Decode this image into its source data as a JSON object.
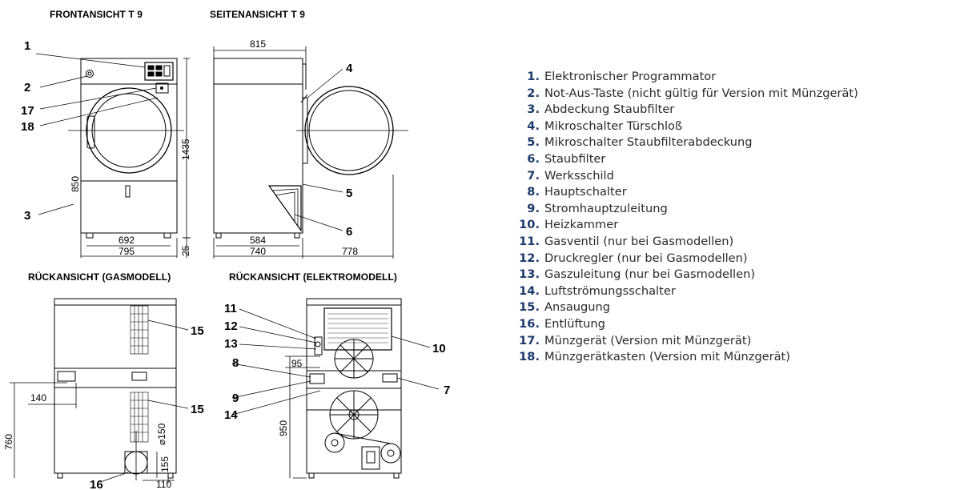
{
  "views": {
    "front": "FRONTANSICHT T 9",
    "side": "SEITENANSICHT T 9",
    "rear_gas": "RÜCKANSICHT (GASMODELL)",
    "rear_electric": "RÜCKANSICHT (ELEKTROMODELL)"
  },
  "dimensions": {
    "front_height": "1435",
    "front_mid_height": "850",
    "front_inner_width": "692",
    "front_width": "795",
    "front_foot": "25",
    "side_depth_top": "815",
    "side_inner": "584",
    "side_depth": "740",
    "side_door_open": "778",
    "gas_offset": "140",
    "gas_height": "760",
    "gas_duct_dia": "⌀150",
    "gas_duct_height": "155",
    "gas_duct_offset": "110",
    "el_offset": "95",
    "el_height": "950"
  },
  "callouts": {
    "c1": "1",
    "c2": "2",
    "c3": "3",
    "c4": "4",
    "c5": "5",
    "c6": "6",
    "c7": "7",
    "c8": "8",
    "c9": "9",
    "c10": "10",
    "c11": "11",
    "c12": "12",
    "c13": "13",
    "c14": "14",
    "c15a": "15",
    "c15b": "15",
    "c16": "16",
    "c17": "17",
    "c18": "18"
  },
  "legend": [
    {
      "num": "1.",
      "text": "Elektronischer Programmator"
    },
    {
      "num": "2.",
      "text": "Not-Aus-Taste (nicht gültig für Version mit Münzgerät)"
    },
    {
      "num": "3.",
      "text": "Abdeckung Staubfilter"
    },
    {
      "num": "4.",
      "text": "Mikroschalter Türschloß"
    },
    {
      "num": "5.",
      "text": "Mikroschalter Staubfilterabdeckung"
    },
    {
      "num": "6.",
      "text": "Staubfilter"
    },
    {
      "num": "7.",
      "text": "Werksschild"
    },
    {
      "num": "8.",
      "text": "Hauptschalter"
    },
    {
      "num": "9.",
      "text": "Stromhauptzuleitung"
    },
    {
      "num": "10.",
      "text": "Heizkammer"
    },
    {
      "num": "11.",
      "text": "Gasventil (nur bei Gasmodellen)"
    },
    {
      "num": "12.",
      "text": "Druckregler (nur bei Gasmodellen)"
    },
    {
      "num": "13.",
      "text": "Gaszuleitung (nur bei Gasmodellen)"
    },
    {
      "num": "14.",
      "text": "Luftströmungsschalter"
    },
    {
      "num": "15.",
      "text": "Ansaugung"
    },
    {
      "num": "16.",
      "text": "Entlüftung"
    },
    {
      "num": "17.",
      "text": "Münzgerät (Version mit Münzgerät)"
    },
    {
      "num": "18.",
      "text": "Münzgerätkasten (Version mit Münzgerät)"
    }
  ]
}
